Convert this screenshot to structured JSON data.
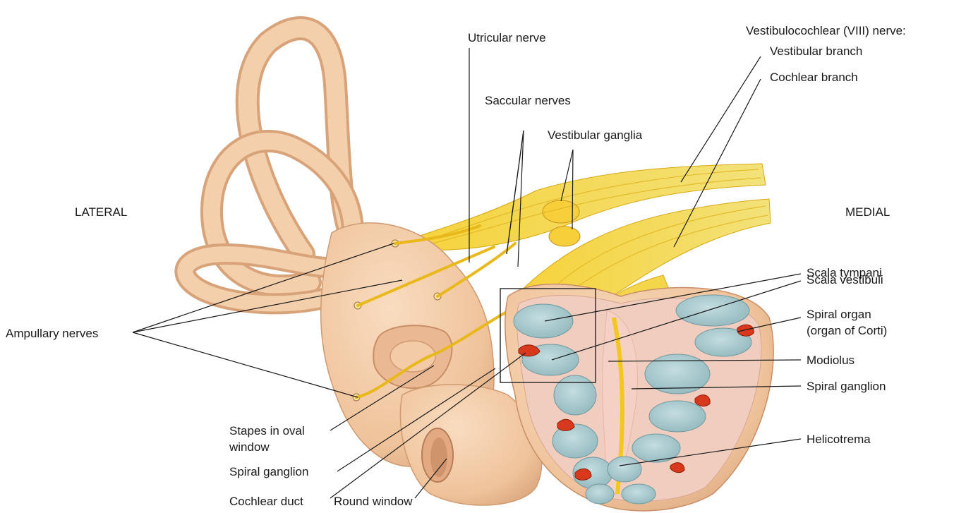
{
  "orientation": {
    "lateral": "LATERAL",
    "medial": "MEDIAL"
  },
  "labels": {
    "utricular_nerve": "Utricular nerve",
    "saccular_nerves": "Saccular nerves",
    "vestibular_ganglia": "Vestibular ganglia",
    "vestibulocochlear_nerve": "Vestibulocochlear (VIII) nerve:",
    "vestibular_branch": "Vestibular branch",
    "cochlear_branch": "Cochlear branch",
    "scala_tympani": "Scala tympani",
    "scala_vestibuli": "Scala vestibuli",
    "spiral_organ_line1": "Spiral organ",
    "spiral_organ_line2": "(organ of Corti)",
    "modiolus": "Modiolus",
    "spiral_ganglion_right": "Spiral ganglion",
    "helicotrema": "Helicotrema",
    "ampullary_nerves": "Ampullary nerves",
    "stapes_line1": "Stapes in oval",
    "stapes_line2": "window",
    "spiral_ganglion_left": "Spiral ganglion",
    "cochlear_duct": "Cochlear duct",
    "round_window": "Round window"
  },
  "colors": {
    "labyrinth": "#f1c9a4",
    "labyrinth_shadow": "#d9a57f",
    "nerve": "#f2c81e",
    "nerve_dark": "#d79e12",
    "scala": "#9fc4c9",
    "modiolus": "#f1c6bd",
    "spiral_organ": "#d63a1e",
    "leader": "#1a1a1a"
  }
}
